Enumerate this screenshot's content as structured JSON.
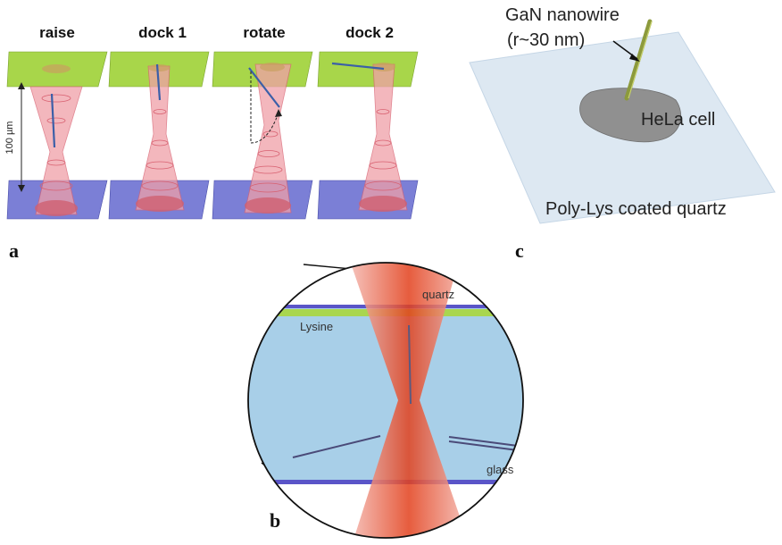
{
  "colors": {
    "plate_top": "#a8d64a",
    "plate_bottom": "#7b7fd6",
    "beam": "#f0a0a8",
    "beam_edge": "#d86070",
    "nanowire": "#3b5fa8",
    "fluid": "#a8cfe8",
    "beam_core": "#e3401c",
    "lysine": "#a9d64f",
    "surface_line": "#5a55c8",
    "cell": "#909090",
    "slide": "#dde8f2",
    "gan_wire": "#8c9a3c"
  },
  "panel_a": {
    "letter": "a",
    "scale_label": "100 µm",
    "steps": [
      {
        "title": "raise"
      },
      {
        "title": "dock 1"
      },
      {
        "title": "rotate"
      },
      {
        "title": "dock 2"
      }
    ]
  },
  "panel_b": {
    "letter": "b",
    "labels": {
      "quartz": "quartz",
      "lysine": "Lysine",
      "glass": "glass"
    }
  },
  "panel_c": {
    "letter": "c",
    "wire_label_line1": "GaN nanowire",
    "wire_label_line2": "(r~30 nm)",
    "cell_label": "HeLa cell",
    "substrate_label": "Poly-Lys coated quartz"
  }
}
